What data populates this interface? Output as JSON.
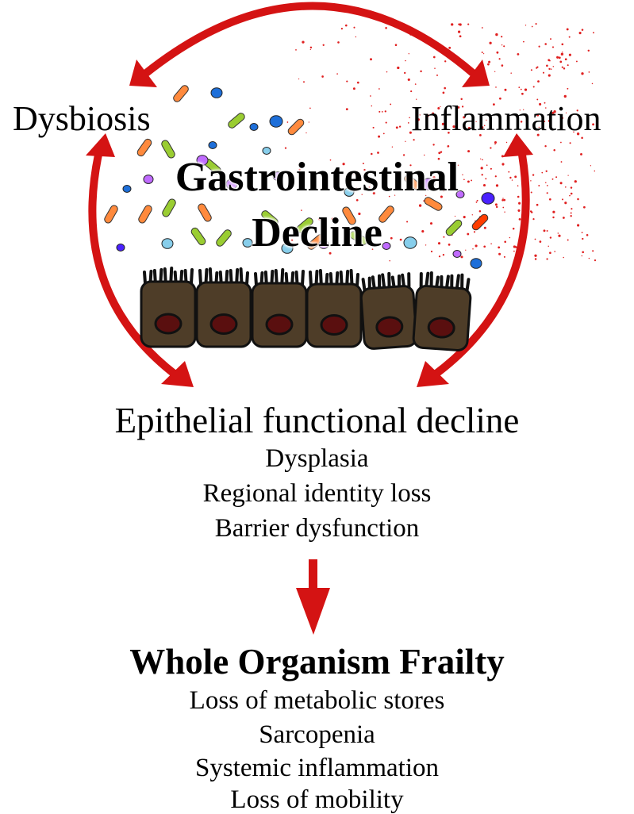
{
  "colors": {
    "arrow": "#d41313",
    "cell_fill": "#4e3d28",
    "nucleus_fill": "#5a0f0f",
    "inflammation_dots": "#e02020",
    "text": "#000000"
  },
  "labels": {
    "dysbiosis": "Dysbiosis",
    "inflammation": "Inflammation",
    "title_line1": "Gastrointestinal",
    "title_line2": "Decline"
  },
  "epithelial": {
    "heading": "Epithelial functional decline",
    "items": [
      "Dysplasia",
      "Regional identity loss",
      "Barrier dysfunction"
    ]
  },
  "frailty": {
    "heading": "Whole Organism Frailty",
    "items": [
      "Loss of metabolic stores",
      "Sarcopenia",
      "Systemic inflammation",
      "Loss of mobility"
    ]
  },
  "icons": {
    "arrows": "curved-double-arrow-icon",
    "down_arrow": "down-arrow-icon",
    "bacteria": "bacteria-icon",
    "epithelial_cells": "epithelial-cell-icon"
  }
}
